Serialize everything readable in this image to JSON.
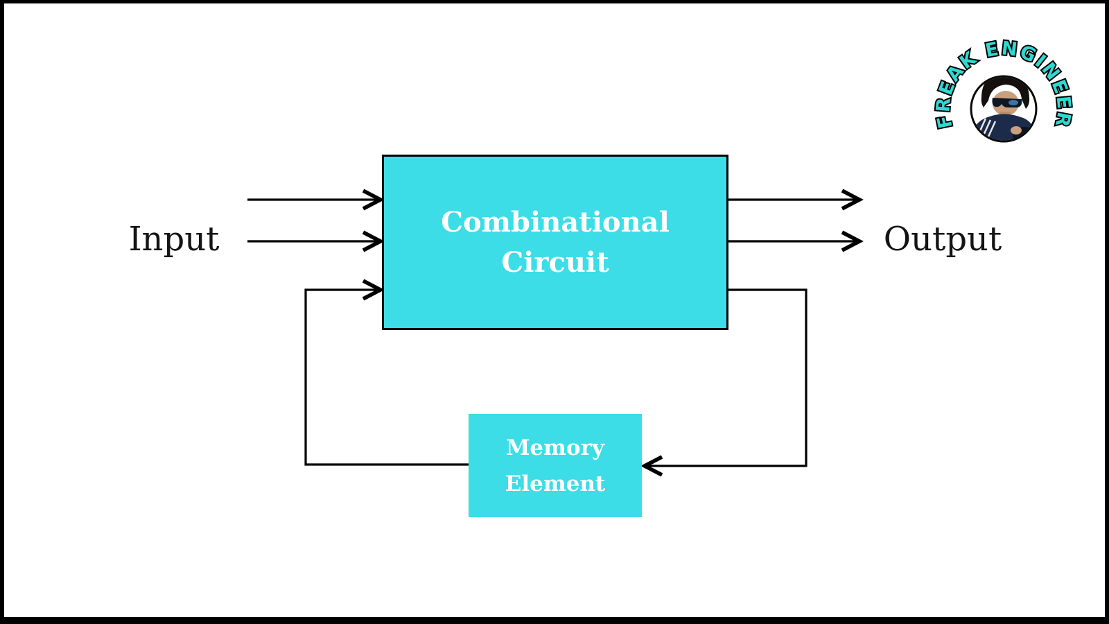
{
  "diagram": {
    "combinational_box": {
      "line1": "Combinational",
      "line2": "Circuit"
    },
    "memory_box": {
      "line1": "Memory",
      "line2": "Element"
    },
    "input_label": "Input",
    "output_label": "Output"
  },
  "logo": {
    "text": "FREAK ENGINEER"
  },
  "colors": {
    "box_fill": "#3cdde6",
    "logo_text": "#31d8d2",
    "line": "#000000"
  }
}
